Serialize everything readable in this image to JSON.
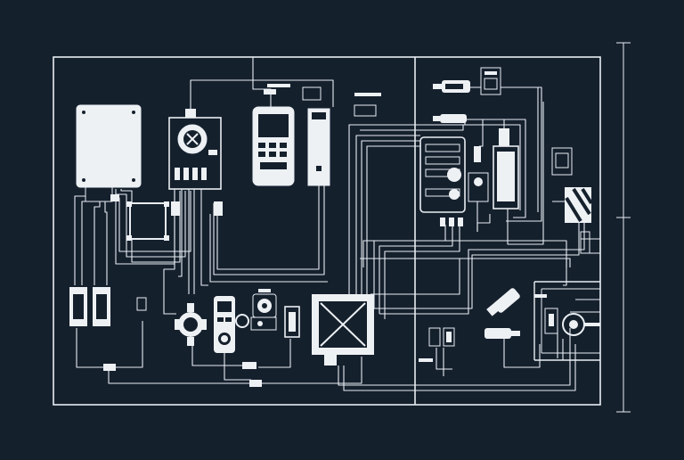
{
  "diagram": {
    "background": "#15202d",
    "line_color": "#e8edf2",
    "panel_fill": "#eef1f4",
    "dark_fill": "#15202d",
    "labels": []
  },
  "components": [
    {
      "name": "junction-box",
      "kind": "enclosure"
    },
    {
      "name": "circuit-breaker-panel",
      "kind": "breaker"
    },
    {
      "name": "control-terminal",
      "kind": "keypad-display"
    },
    {
      "name": "tall-meter",
      "kind": "meter"
    },
    {
      "name": "relay-rack",
      "kind": "rack"
    },
    {
      "name": "power-supply-unit",
      "kind": "psu"
    },
    {
      "name": "square-chip",
      "kind": "chip"
    },
    {
      "name": "pump-valve",
      "kind": "valve"
    },
    {
      "name": "handheld-controller",
      "kind": "controller"
    },
    {
      "name": "fan-unit",
      "kind": "fan"
    },
    {
      "name": "sensor-module",
      "kind": "sensor"
    },
    {
      "name": "plug-connector",
      "kind": "plug"
    },
    {
      "name": "hatched-panel",
      "kind": "switch"
    },
    {
      "name": "battery-pair",
      "kind": "battery"
    },
    {
      "name": "terminal-block-pair",
      "kind": "terminal"
    }
  ]
}
